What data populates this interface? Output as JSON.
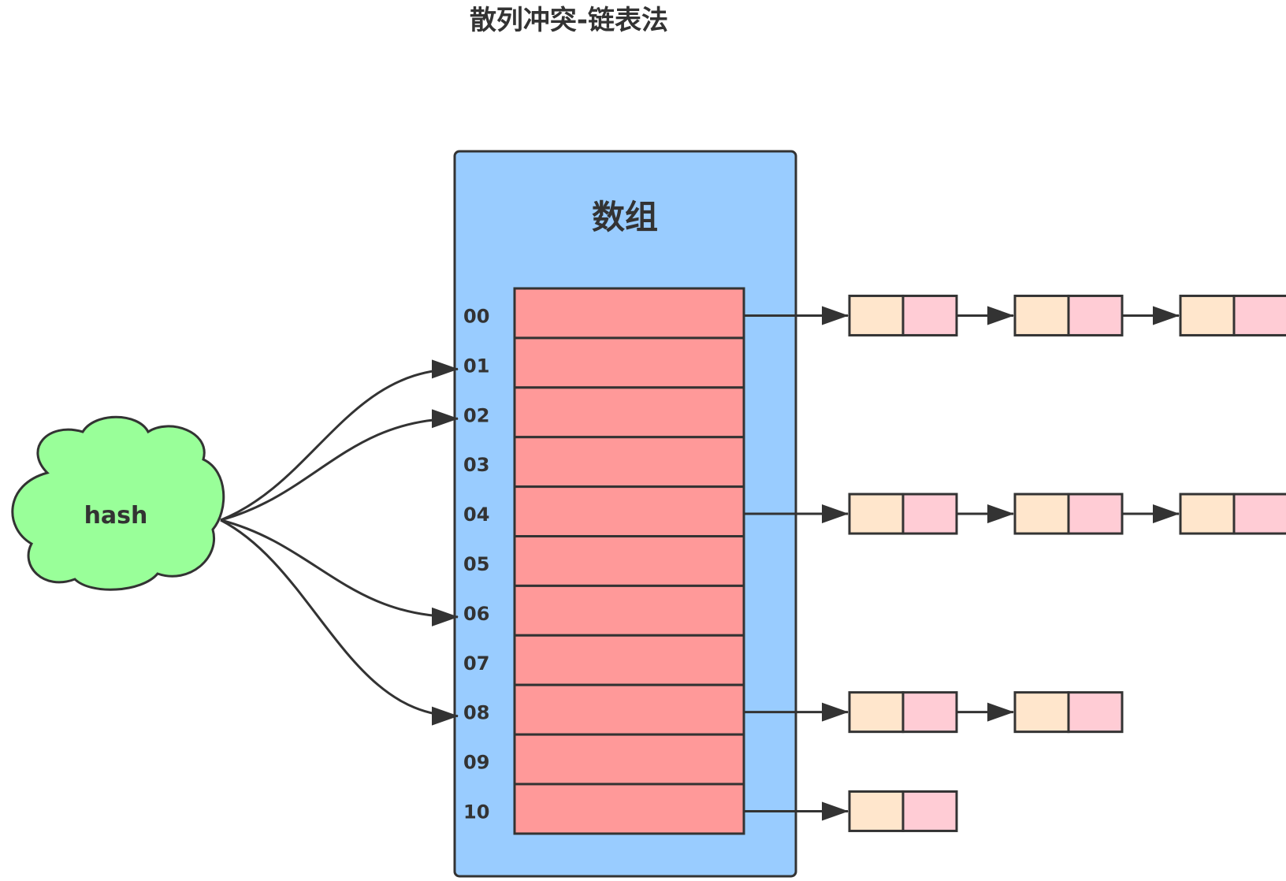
{
  "title": "散列冲突-链表法",
  "array": {
    "title": "数组",
    "indices": [
      "00",
      "01",
      "02",
      "03",
      "04",
      "05",
      "06",
      "07",
      "08",
      "09",
      "10"
    ],
    "container_color": "#99ccff",
    "slot_color": "#ff9999"
  },
  "hash": {
    "label": "hash",
    "color": "#99ff99",
    "targets": [
      "01",
      "02",
      "06",
      "08"
    ]
  },
  "chains": [
    {
      "slot": "00",
      "node_count": 3
    },
    {
      "slot": "04",
      "node_count": 3
    },
    {
      "slot": "08",
      "node_count": 2
    },
    {
      "slot": "10",
      "node_count": 1
    }
  ],
  "node_colors": {
    "key": "#ffe6cc",
    "next": "#ffccd5"
  },
  "stroke_color": "#333333"
}
